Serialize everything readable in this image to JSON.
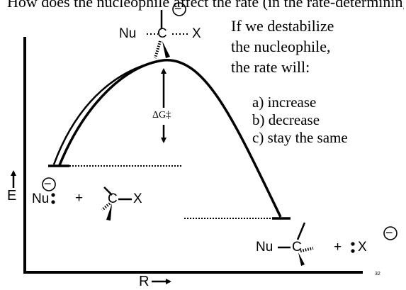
{
  "header": {
    "text": "How does the nucleophile affect the rate (in the rate-determining step)? Energy (with respect to) reaction coordinate"
  },
  "question": {
    "lines": [
      "If we destabilize",
      "the nucleophile,",
      "the rate will:"
    ],
    "options": [
      "a) increase",
      "b) decrease",
      "c) stay the same"
    ]
  },
  "axes": {
    "y_label": "E",
    "x_label": "R"
  },
  "transition_state": {
    "nu": "Nu",
    "c": "C",
    "x": "X",
    "charge": "−"
  },
  "barrier_label": "ΔG‡",
  "reactants": {
    "nu": "Nu",
    "charge": "−",
    "plus": "+",
    "c": "C",
    "x": "X"
  },
  "products": {
    "nu": "Nu",
    "c": "C",
    "plus": "+",
    "x": "X",
    "charge": "−"
  },
  "slide_number": "32",
  "colors": {
    "ink": "#000000",
    "background": "#ffffff"
  }
}
